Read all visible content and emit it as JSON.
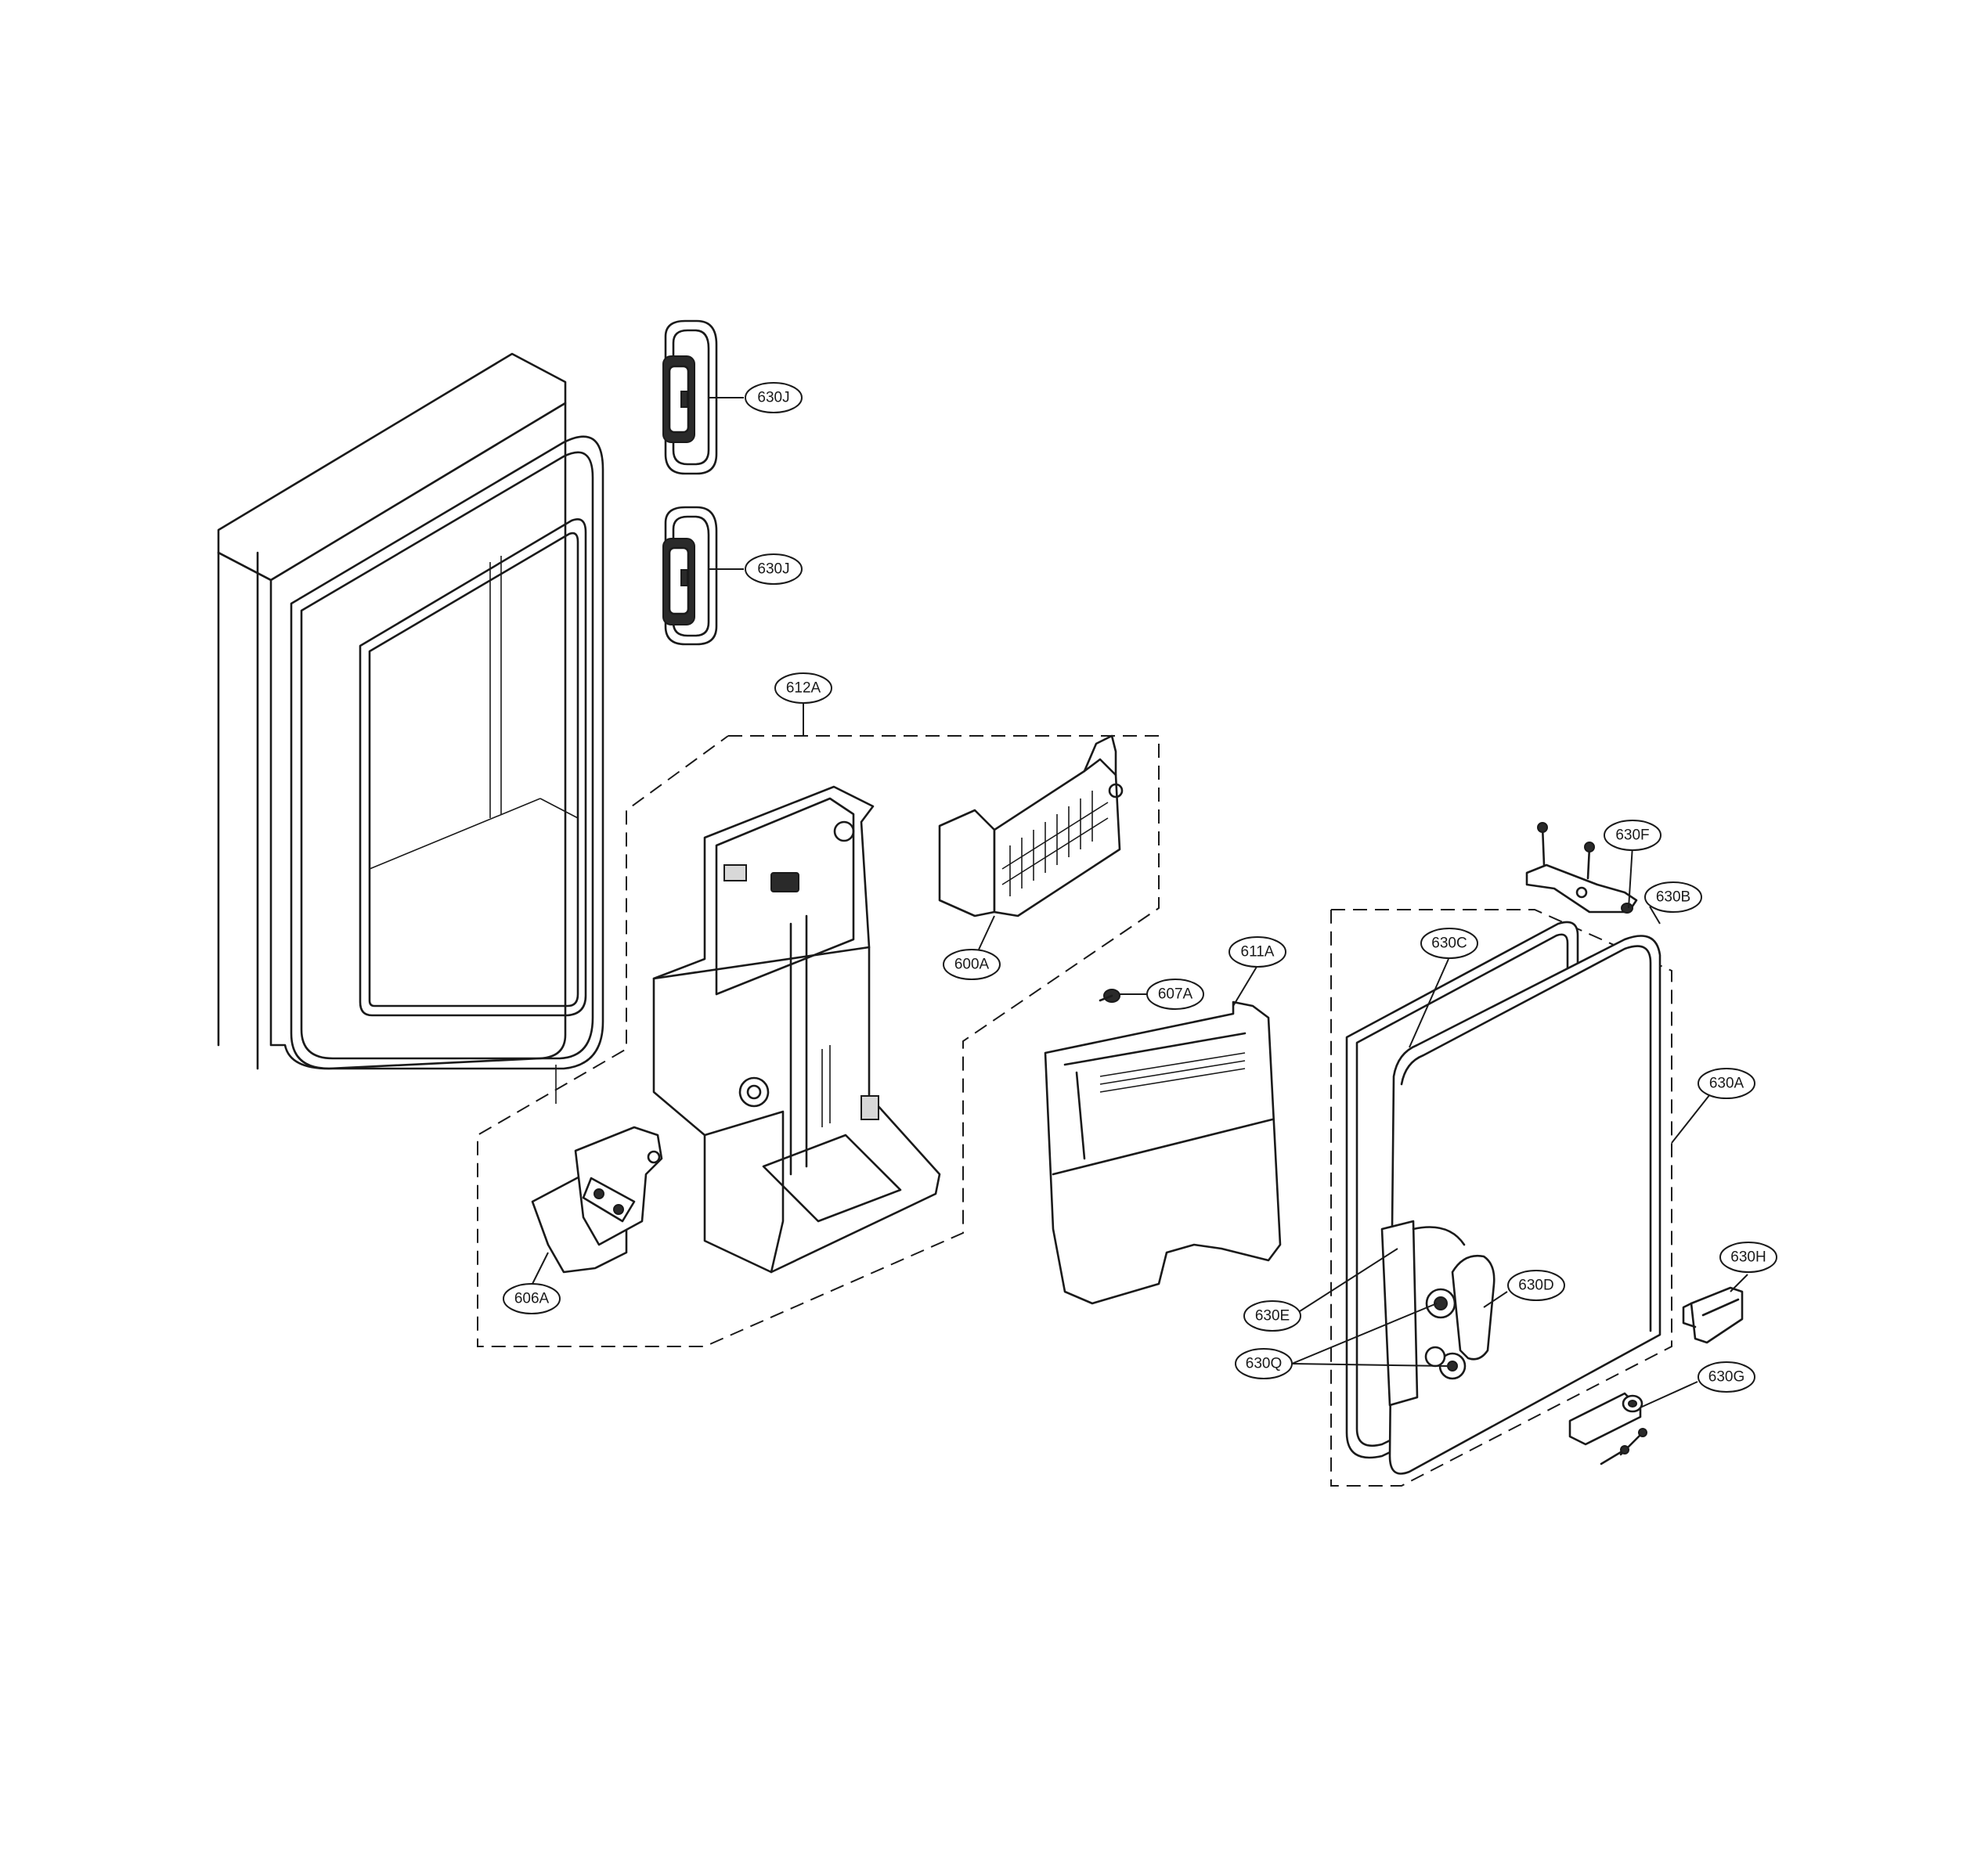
{
  "callouts": {
    "c630J_top": "630J",
    "c630J_bottom": "630J",
    "c612A": "612A",
    "c600A": "600A",
    "c607A": "607A",
    "c611A": "611A",
    "c606A": "606A",
    "c630F": "630F",
    "c630B": "630B",
    "c630C": "630C",
    "c630A": "630A",
    "c630H": "630H",
    "c630D": "630D",
    "c630E": "630E",
    "c630Q": "630Q",
    "c630G": "630G"
  }
}
